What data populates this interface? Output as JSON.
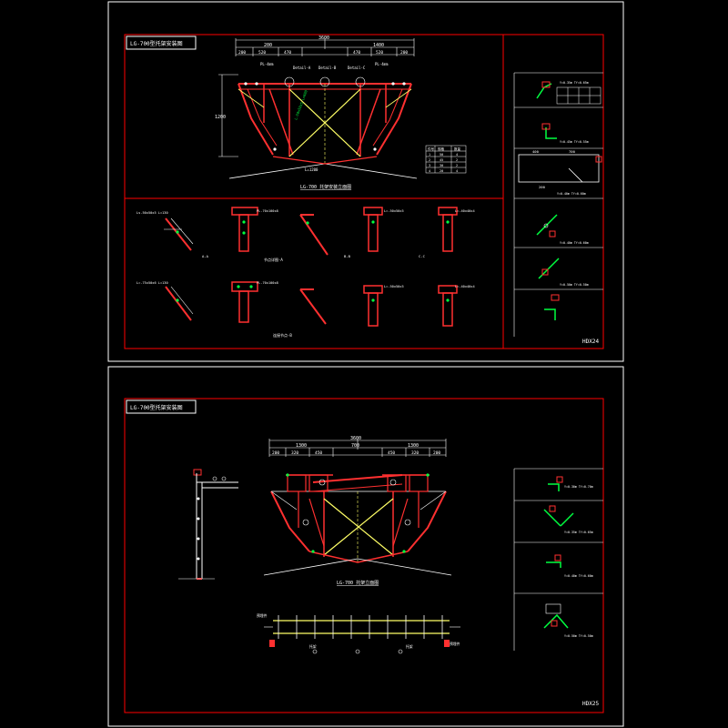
{
  "colors": {
    "background": "#000000",
    "frame": "#ffffff",
    "border": "#ff0000",
    "member": "#ff3030",
    "bracing": "#ffff66",
    "dimension": "#ffffff",
    "annotation": "#00ff40",
    "text": "#ffffff"
  },
  "sheet1": {
    "title": "LG-700型托架安装图",
    "sheet_no": "HDX24",
    "elevation_caption": "LG-700 托架安装立面图",
    "top_dims": {
      "total": "3600",
      "halves": [
        "200",
        "1400"
      ],
      "segments": [
        "200",
        "520",
        "470",
        "470",
        "520",
        "200"
      ]
    },
    "left_dim": "1200",
    "labels_top": [
      "PL-4mm",
      "Detail-A",
      "Detail-B",
      "Detail-C",
      "PL-4mm"
    ],
    "member_label": "L-50x50x5 L=600",
    "bottom_label": "L=1200",
    "table_header": [
      "件号",
      "规格",
      "数量"
    ],
    "table_rows": [
      [
        "1",
        "50",
        "4"
      ],
      [
        "2",
        "45",
        "2"
      ],
      [
        "3",
        "30",
        "2"
      ],
      [
        "4",
        "20",
        "4"
      ]
    ],
    "detail_captions": [
      "节点详图-A",
      "连接节点-B",
      "A-A",
      "B-B",
      "C-C"
    ],
    "detail_labels": [
      "L=-75x50x6 L=130",
      "PL-70x100x8",
      "L=-50x50x5",
      "L=-40x40x4",
      "Ls-50x50x5 L=130"
    ],
    "side_values": [
      "Y=0.35m Tf=0.65m",
      "Y=0.45m Tf=0.55m",
      "Y=0.40m Tf=0.60m",
      "Y=0.40m Tf=0.60m",
      "Y=0.50m Tf=0.50m"
    ],
    "side_dims": [
      "400",
      "700",
      "200"
    ]
  },
  "sheet2": {
    "title": "LG-700型托架安装图",
    "sheet_no": "HDX25",
    "elevation_caption": "LG-700 托架立面图",
    "top_dims": {
      "total": "3600",
      "halves": [
        "1300",
        "1300"
      ],
      "segments": [
        "200",
        "320",
        "450",
        "450",
        "320",
        "200"
      ],
      "center": "700"
    },
    "plan_labels": [
      "预埋件",
      "托架",
      "托架",
      "预埋件"
    ],
    "side_values": [
      "Y=0.30m Tf=0.70m",
      "Y=0.35m Tf=0.65m",
      "Y=0.40m Tf=0.60m",
      "Y=0.50m Tf=0.50m"
    ]
  }
}
